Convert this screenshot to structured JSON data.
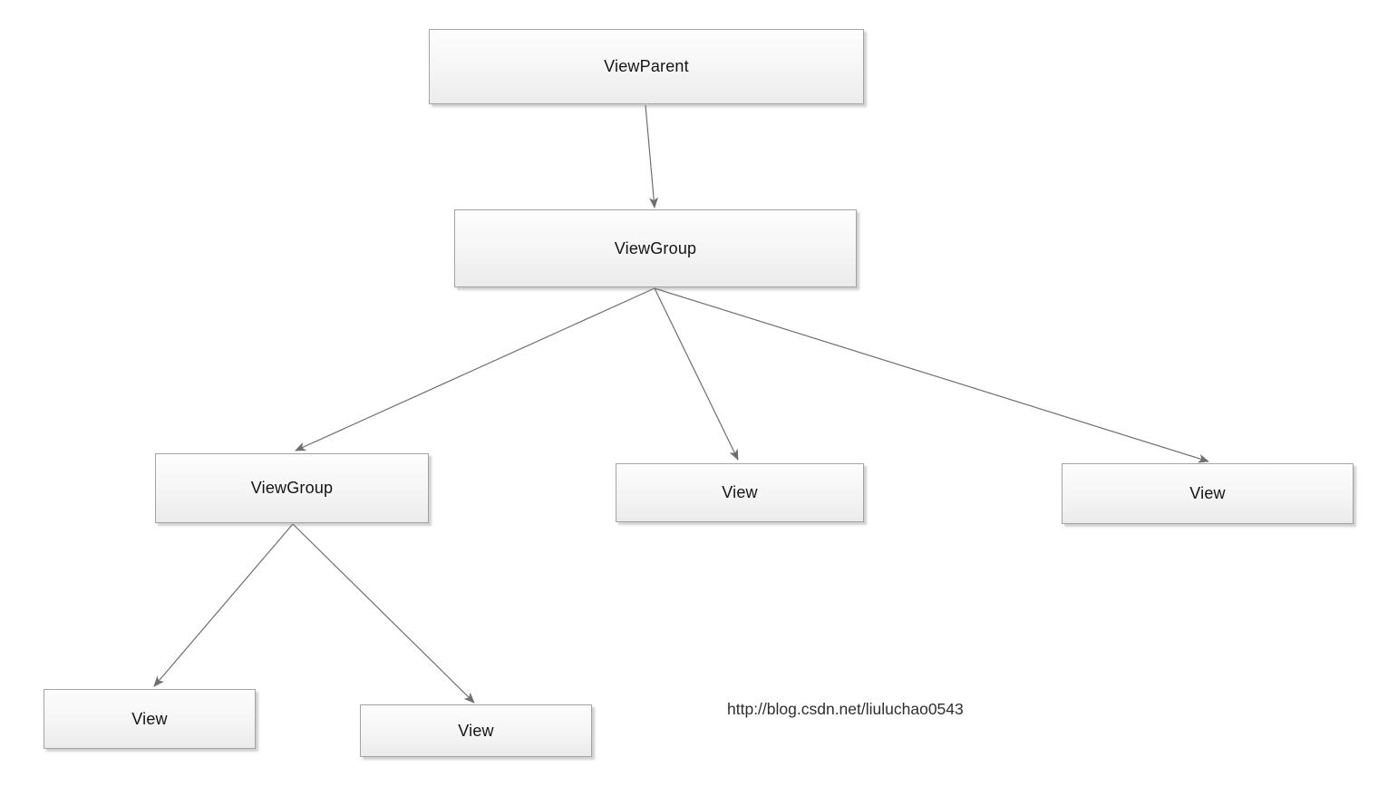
{
  "diagram": {
    "nodes": [
      {
        "id": "viewparent",
        "label": "ViewParent"
      },
      {
        "id": "viewgroup-l2",
        "label": "ViewGroup"
      },
      {
        "id": "viewgroup-l3",
        "label": "ViewGroup"
      },
      {
        "id": "view-l3-mid",
        "label": "View"
      },
      {
        "id": "view-l3-right",
        "label": "View"
      },
      {
        "id": "view-l4-left",
        "label": "View"
      },
      {
        "id": "view-l4-right",
        "label": "View"
      }
    ],
    "edges": [
      {
        "from": "viewparent",
        "to": "viewgroup-l2"
      },
      {
        "from": "viewgroup-l2",
        "to": "viewgroup-l3"
      },
      {
        "from": "viewgroup-l2",
        "to": "view-l3-mid"
      },
      {
        "from": "viewgroup-l2",
        "to": "view-l3-right"
      },
      {
        "from": "viewgroup-l3",
        "to": "view-l4-left"
      },
      {
        "from": "viewgroup-l3",
        "to": "view-l4-right"
      }
    ],
    "watermark": "http://blog.csdn.net/liuluchao0543",
    "colors": {
      "box_border": "#a3a3a3",
      "box_fill_top": "#fdfdfd",
      "box_fill_bottom": "#ebebeb",
      "line": "#6e6e6e",
      "text": "#141414"
    }
  }
}
